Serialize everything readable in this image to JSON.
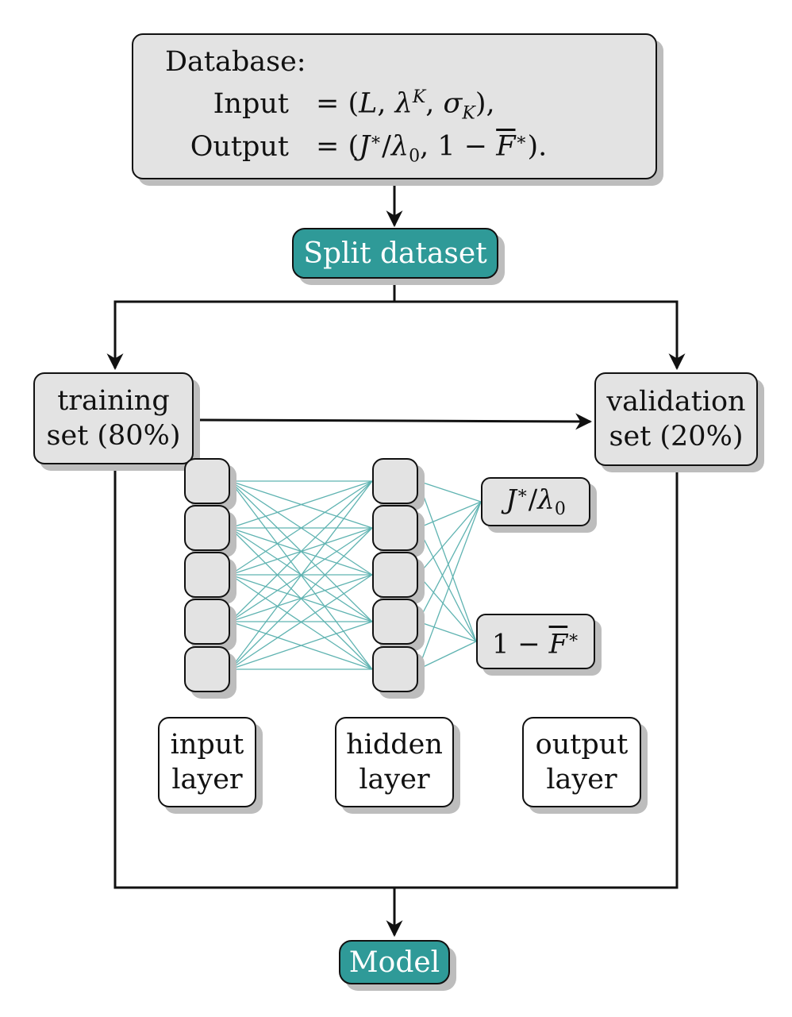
{
  "database": {
    "title": "Database:",
    "rows": [
      {
        "label": "Input",
        "value": "= (L, λ^K, σ_K),"
      },
      {
        "label": "Output",
        "value": "= (J*/λ₀, 1 − F̄*)."
      }
    ]
  },
  "split": {
    "label": "Split dataset"
  },
  "training": {
    "line1": "training",
    "line2": "set (80%)"
  },
  "validation": {
    "line1": "validation",
    "line2": "set (20%)"
  },
  "network": {
    "output_nodes": [
      "J*/λ₀",
      "1 − F̄*"
    ],
    "layers": [
      {
        "line1": "input",
        "line2": "layer"
      },
      {
        "line1": "hidden",
        "line2": "layer"
      },
      {
        "line1": "output",
        "line2": "layer"
      }
    ]
  },
  "model": {
    "label": "Model"
  },
  "colors": {
    "teal": "#2f9a98",
    "box_grey": "#e3e3e3",
    "shadow": "#bdbdbd",
    "connection": "#5fb3b1"
  }
}
